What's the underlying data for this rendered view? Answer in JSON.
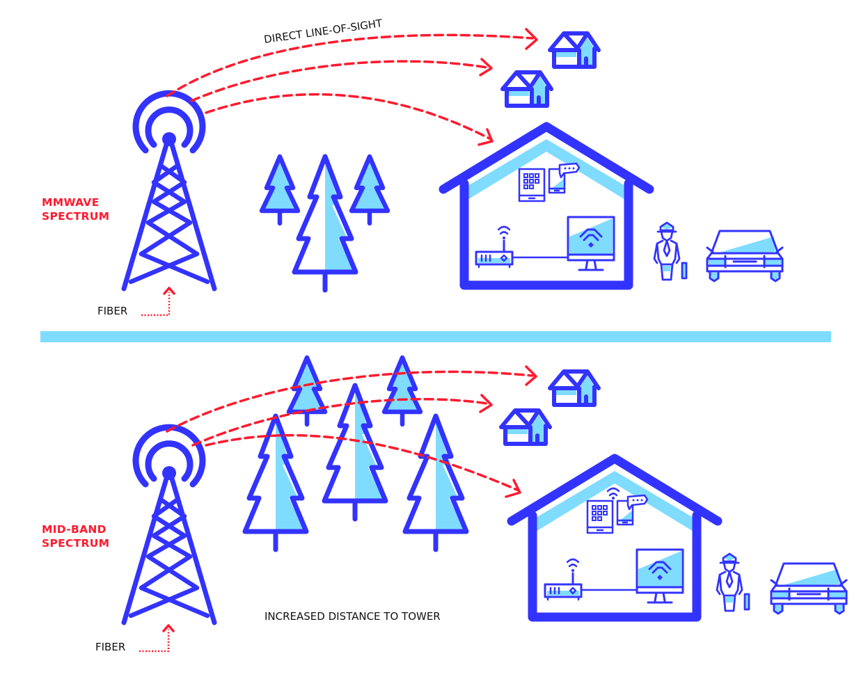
{
  "colors": {
    "primary_blue": "#3333ff",
    "light_blue": "#80dcff",
    "signal_red": "#ff1a2e",
    "text_black": "#111111",
    "background": "#ffffff"
  },
  "top_panel": {
    "spectrum_label_line1": "MMWAVE",
    "spectrum_label_line2": "SPECTRUM",
    "signal_annotation": "DIRECT LINE-OF-SIGHT",
    "fiber_label": "FIBER",
    "icons": [
      "cell-tower-icon",
      "pine-trees-icon",
      "small-house-icon",
      "small-house-icon",
      "large-house-icon",
      "tablet-icon",
      "smartphone-icon",
      "chat-bubble-icon",
      "router-icon",
      "wifi-icon",
      "monitor-icon",
      "person-icon",
      "car-icon"
    ]
  },
  "bottom_panel": {
    "spectrum_label_line1": "MID-BAND",
    "spectrum_label_line2": "SPECTRUM",
    "distance_annotation": "INCREASED DISTANCE TO TOWER",
    "fiber_label": "FIBER",
    "icons": [
      "cell-tower-icon",
      "pine-trees-icon",
      "small-house-icon",
      "small-house-icon",
      "large-house-icon",
      "tablet-icon",
      "smartphone-icon",
      "chat-bubble-icon",
      "router-icon",
      "wifi-icon",
      "monitor-icon",
      "person-icon",
      "car-icon"
    ]
  }
}
